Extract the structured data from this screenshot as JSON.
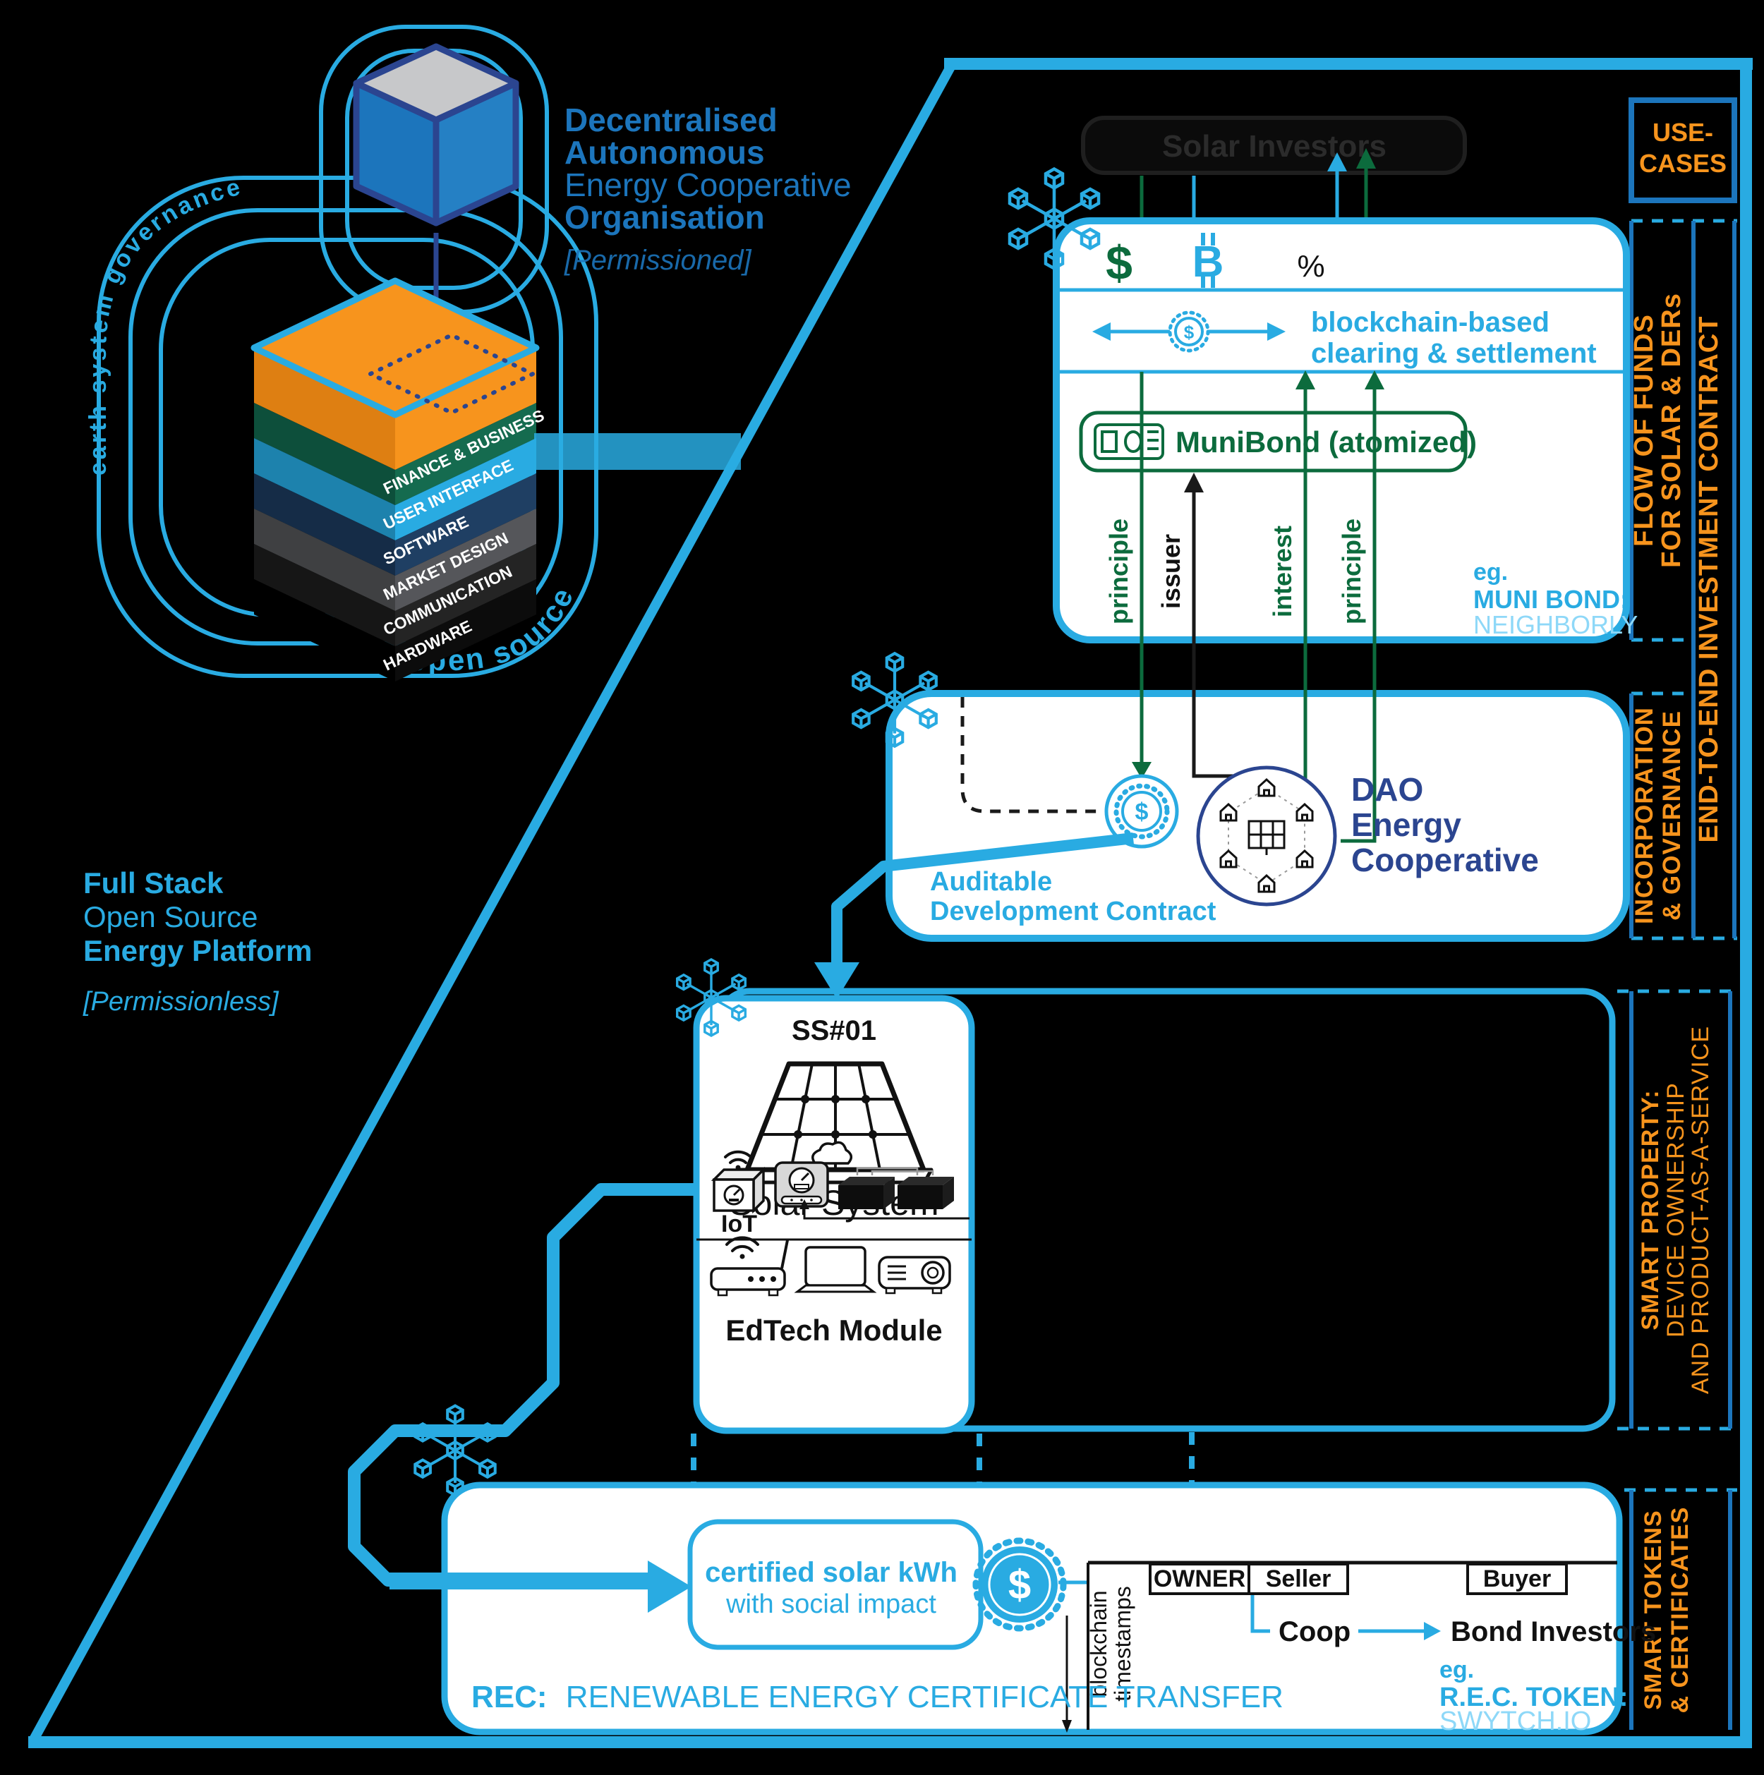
{
  "hero": {
    "org": {
      "line1": "Decentralised",
      "line2": "Autonomous",
      "line3": "Energy Cooperative",
      "line4": "Organisation",
      "tag": "[Permissioned]"
    },
    "platform": {
      "line1": "Full Stack",
      "line2": "Open Source",
      "line3": "Energy Platform",
      "tag": "[Permissionless]"
    },
    "governance_arc": "earth system governance",
    "open_source_arc": "open source",
    "stack_layers": [
      "FINANCE & BUSINESS",
      "USER INTERFACE",
      "SOFTWARE",
      "MARKET DESIGN",
      "COMMUNICATION",
      "HARDWARE"
    ]
  },
  "investors": {
    "label": "Solar Investors"
  },
  "use_cases": {
    "line1": "USE-",
    "line2": "CASES"
  },
  "funds": {
    "fiat": "$",
    "crypto": "₿",
    "crypto_display": "B",
    "percent": "%",
    "clearing1": "blockchain-based",
    "clearing2": "clearing & settlement",
    "munibond": "MuniBond (atomized)",
    "labels": {
      "p_in": "principle",
      "issuer": "issuer",
      "interest": "interest",
      "p_out": "principle"
    },
    "example": {
      "prefix": "eg.",
      "name": "MUNI BOND:",
      "value": "NEIGHBORLY"
    },
    "badge": "$"
  },
  "dao": {
    "l1": "DAO",
    "l2": "Energy",
    "l3": "Cooperative",
    "contract1": "Auditable",
    "contract2": "Development Contract",
    "badge": "$"
  },
  "solar": {
    "id": "SS#01",
    "title": "Solar System",
    "iot": "IoT",
    "edtech": "EdTech Module"
  },
  "rec": {
    "cert1": "certified solar kWh",
    "cert2": "with social impact",
    "badge": "$",
    "ts1": "blockchain",
    "ts2": "timestamps",
    "table": {
      "owner": "OWNER",
      "seller": "Seller",
      "buyer": "Buyer"
    },
    "coop": "Coop",
    "bond": "Bond Investors",
    "example": {
      "prefix": "eg.",
      "name": "R.E.C. TOKEN:",
      "value": "SWYTCH.IO"
    },
    "caption_prefix": "REC:",
    "caption": "RENEWABLE ENERGY CERTIFICATE TRANSFER"
  },
  "rails": {
    "flow1": "FLOW OF FUNDS",
    "flow2": "FOR SOLAR & DERs",
    "incorp1": "INCORPORATION",
    "incorp2": "& GOVERNANCE",
    "e2e": "END-TO-END INVESTMENT CONTRACT",
    "prop1": "SMART PROPERTY:",
    "prop2": "DEVICE OWNERSHIP",
    "prop3": "AND PRODUCT-AS-A-SERVICE",
    "tok1": "SMART TOKENS",
    "tok2": "& CERTIFICATES"
  },
  "colors": {
    "accent": "#29abe2",
    "accent_light": "#8ed8f8",
    "blue_dark": "#1c75bc",
    "navy": "#2b4590",
    "green": "#0c6b3d",
    "orange": "#f7941d"
  }
}
